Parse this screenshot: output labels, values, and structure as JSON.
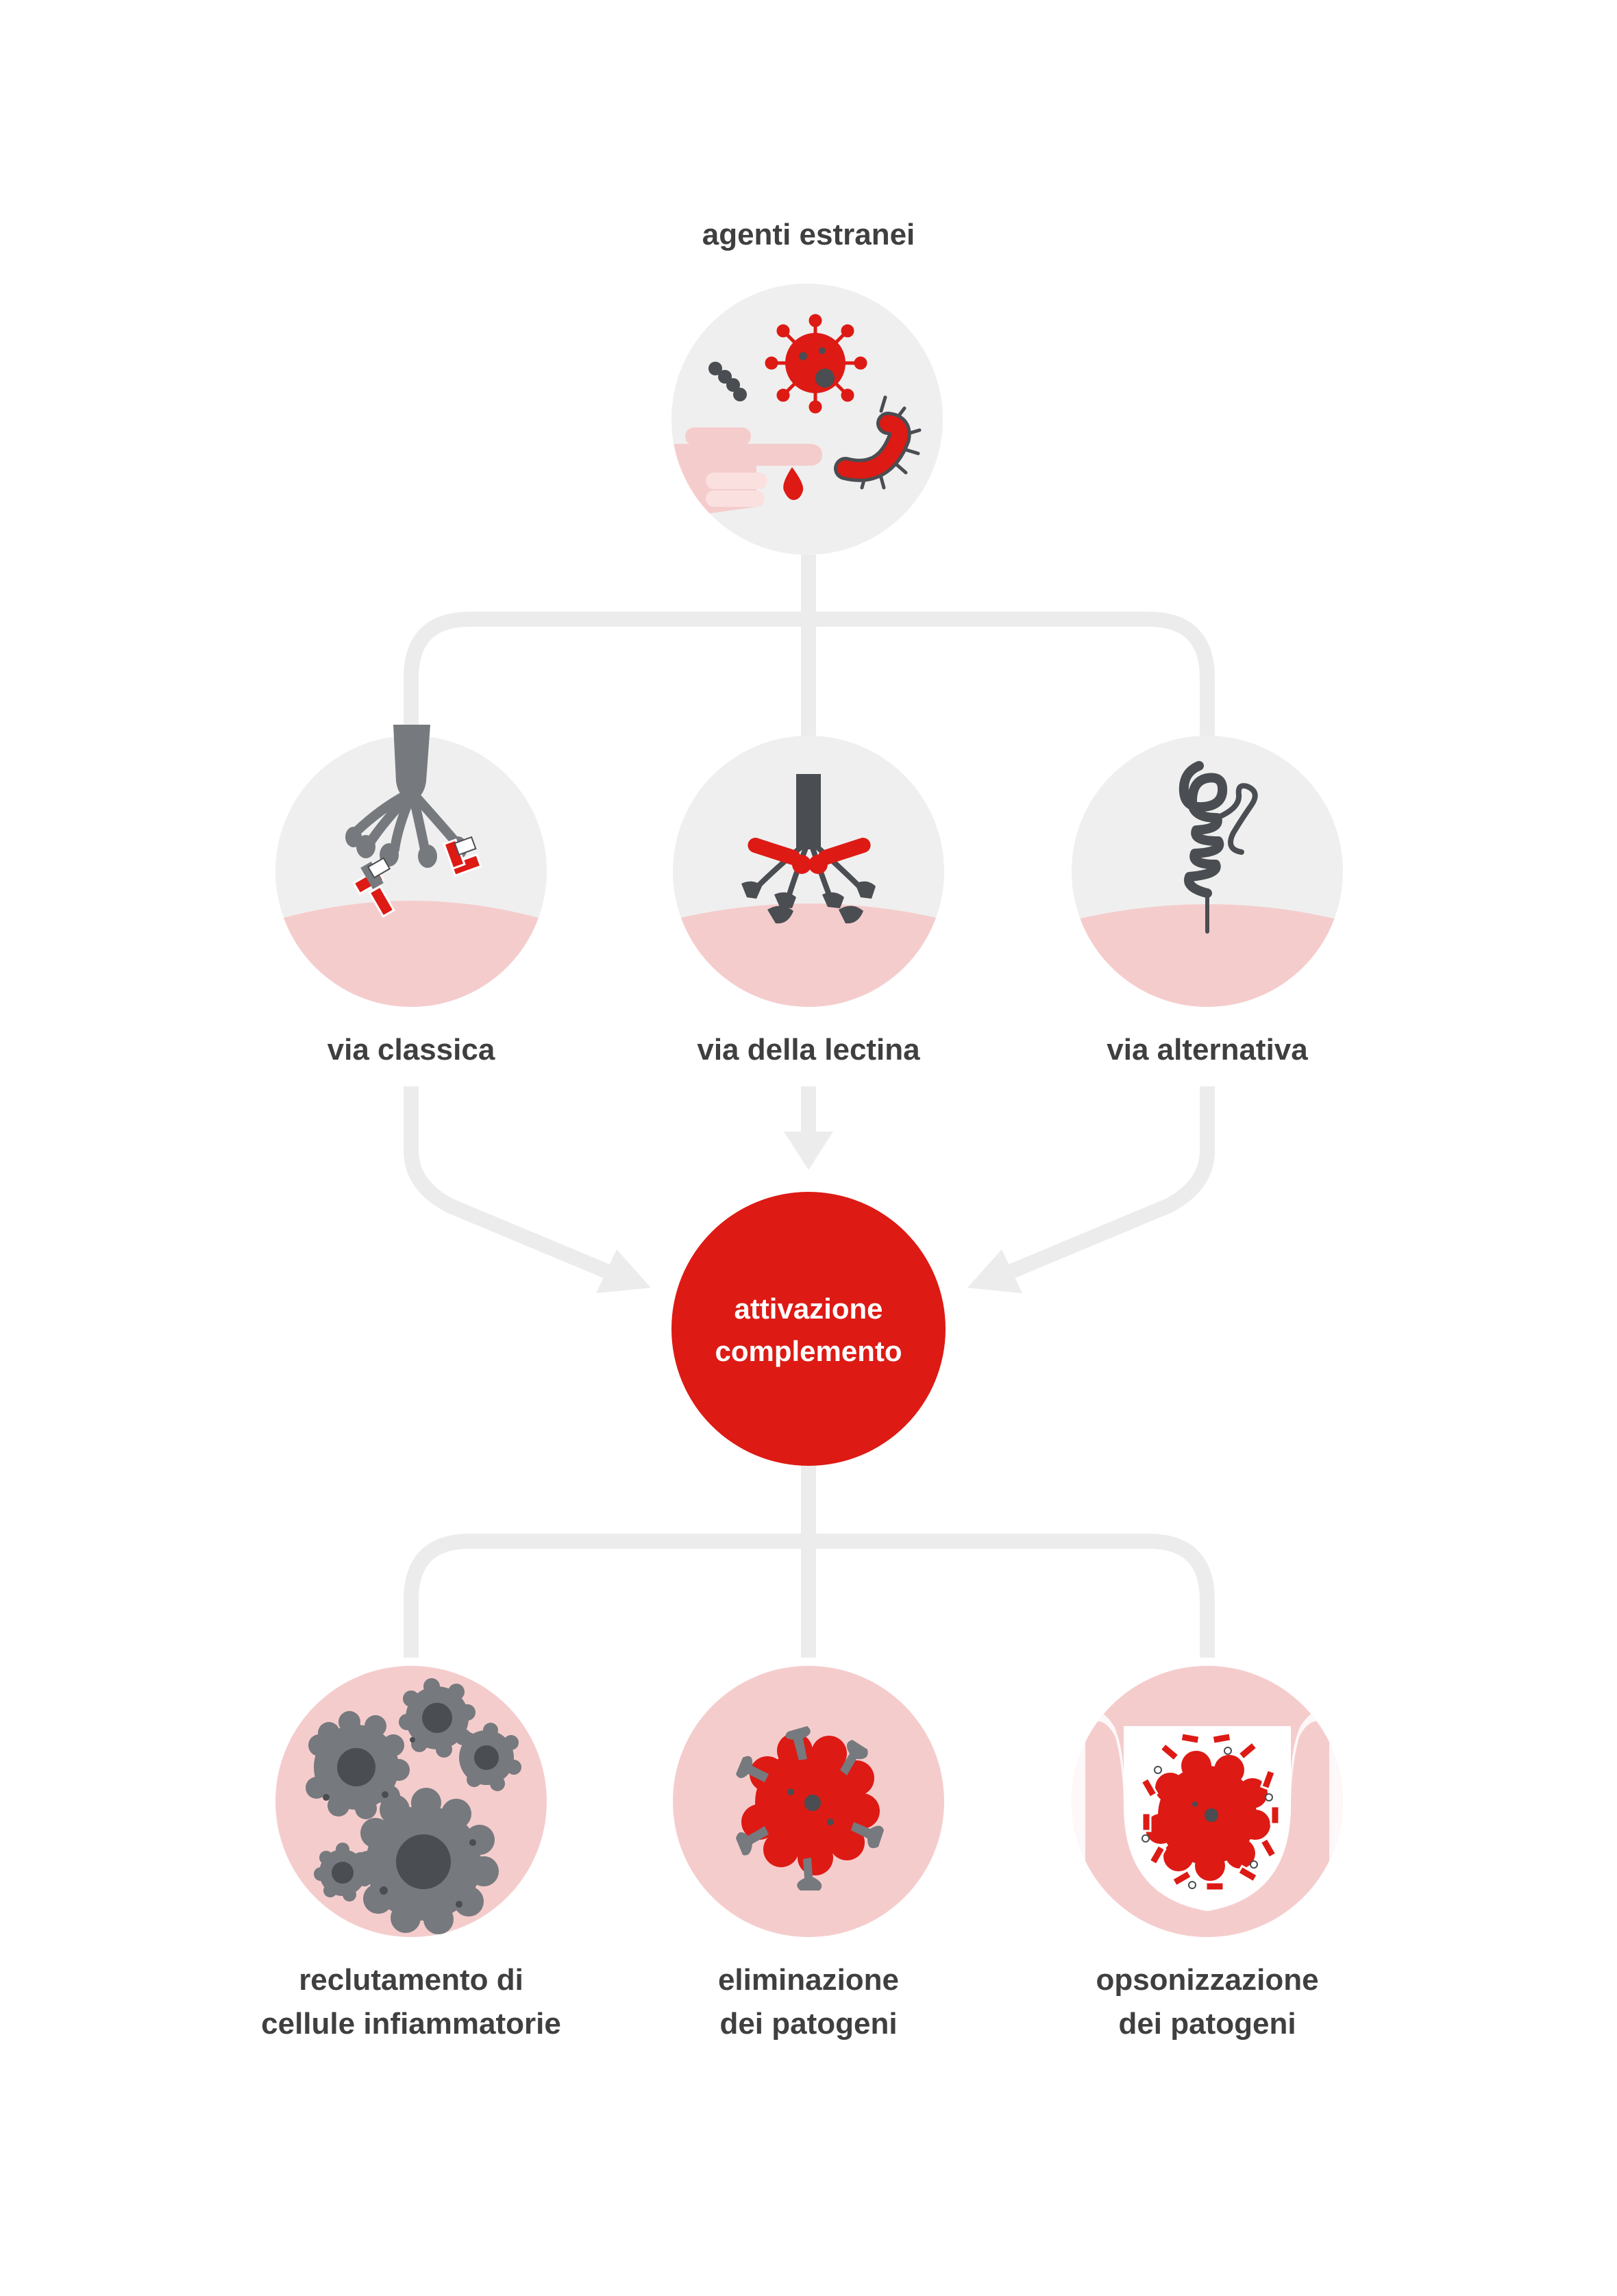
{
  "top": {
    "label": "agenti estranei"
  },
  "pathways": [
    {
      "label": "via classica"
    },
    {
      "label": "via della lectina"
    },
    {
      "label": "via alternativa"
    }
  ],
  "center": {
    "line1": "attivazione",
    "line2": "complemento"
  },
  "outcomes": [
    {
      "line1": "reclutamento di",
      "line2": "cellule infiammatorie"
    },
    {
      "line1": "eliminazione",
      "line2": "dei patogeni"
    },
    {
      "line1": "opsonizzazione",
      "line2": "dei patogeni"
    }
  ],
  "colors": {
    "red": "#dd1a14",
    "text": "#3f3f3f",
    "circle_bg": "#efefef",
    "pink": "#f5cccc",
    "connector": "#ececec",
    "dark_grey": "#4a4d51",
    "mid_grey": "#76797d"
  }
}
